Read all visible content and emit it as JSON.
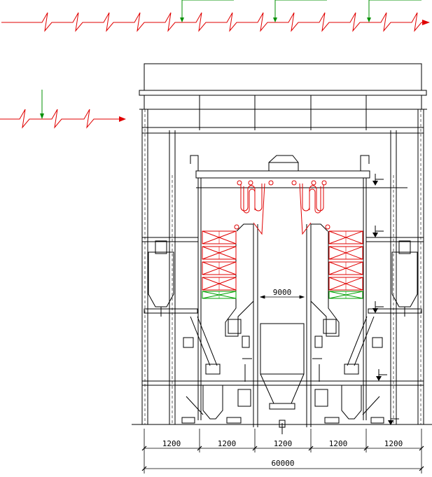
{
  "dimensions": {
    "total_width": "60000",
    "bays": [
      "1200",
      "1200",
      "1200",
      "1200",
      "1200"
    ],
    "furnace_width": "9000"
  },
  "colors": {
    "structure": "#000000",
    "flow_line": "#e00000",
    "injection_arrow": "#009000",
    "superheater_coil": "#e00000",
    "economizer_coil": "#00a000"
  }
}
